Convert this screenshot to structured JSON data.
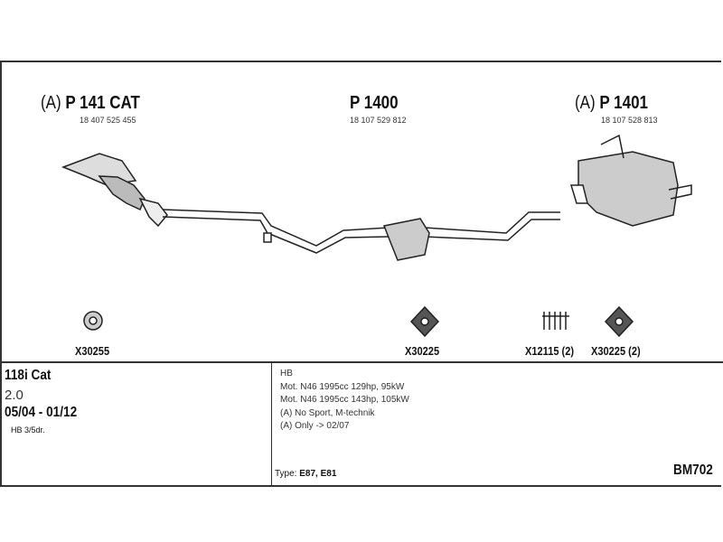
{
  "parts": [
    {
      "prefix": "(A)",
      "code": "P 141 CAT",
      "oe": "18 407 525 455"
    },
    {
      "prefix": "",
      "code": "P 1400",
      "oe": "18 107 529 812"
    },
    {
      "prefix": "(A)",
      "code": "P 1401",
      "oe": "18 107 528 813"
    }
  ],
  "fittings": [
    "X30255",
    "X30225",
    "X12115 (2)",
    "X30225 (2)"
  ],
  "vehicle": {
    "model": "118i Cat",
    "engine": "2.0",
    "years": "05/04 - 01/12",
    "body": "HB 3/5dr."
  },
  "notes": [
    "HB",
    "Mot. N46 1995cc 129hp, 95kW",
    "Mot. N46 1995cc 143hp, 105kW",
    "(A) No Sport, M-technik",
    "(A) Only -> 02/07"
  ],
  "type_label": "Type:",
  "type_value": "E87, E81",
  "diagram_code": "BM702"
}
